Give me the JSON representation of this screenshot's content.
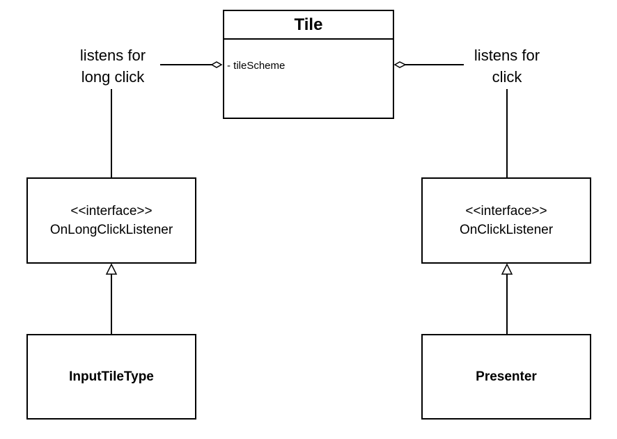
{
  "tile": {
    "name": "Tile",
    "attribute": "- tileScheme"
  },
  "notes": {
    "left": [
      "listens for",
      "long click"
    ],
    "right": [
      "listens for",
      "click"
    ]
  },
  "interfaces": {
    "long_click": {
      "stereotype": "<<interface>>",
      "name": "OnLongClickListener"
    },
    "click": {
      "stereotype": "<<interface>>",
      "name": "OnClickListener"
    }
  },
  "classes": {
    "input_tile_type": "InputTileType",
    "presenter": "Presenter"
  }
}
